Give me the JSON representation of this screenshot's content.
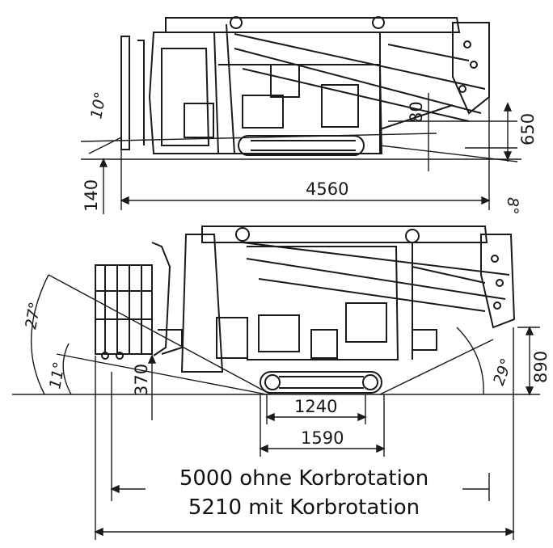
{
  "top_view": {
    "length": "4560",
    "height_650": "650",
    "height_80": "80",
    "ground_140": "140",
    "angle_10": "10°",
    "angle_8": "8°"
  },
  "bottom_view": {
    "height_890": "890",
    "clearance_370": "370",
    "track_1240": "1240",
    "track_1590": "1590",
    "angle_27": "27°",
    "angle_11": "11°",
    "angle_29": "29°"
  },
  "caption": {
    "line1": "5000 ohne Korbrotation",
    "line2": "5210 mit Korbrotation"
  },
  "colors": {
    "line": "#1a1a1a",
    "background": "#ffffff"
  }
}
